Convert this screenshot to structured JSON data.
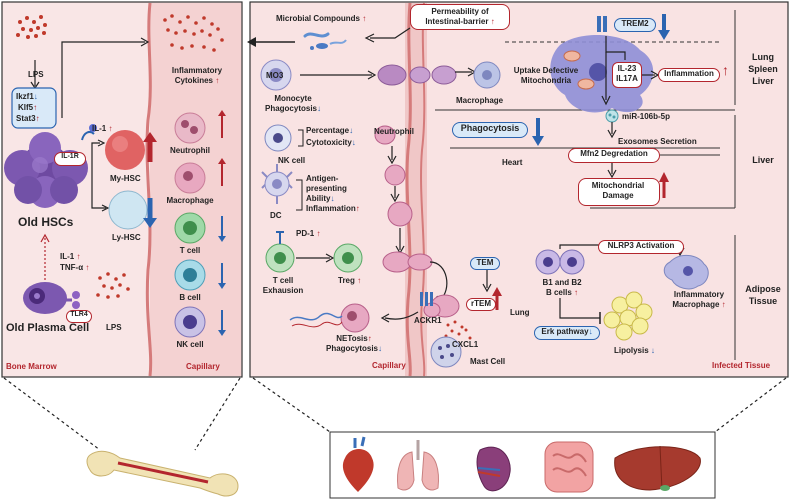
{
  "bone_marrow": {
    "lps_top": "LPS",
    "tf_ikzf1": "Ikzf1",
    "tf_klf5": "Klf5",
    "tf_stat3": "Stat3",
    "il1": "IL-1",
    "il1r": "IL-1R",
    "my_hsc": "My-HSC",
    "ly_hsc": "Ly-HSC",
    "old_hscs": "Old HSCs",
    "il1_2": "IL-1",
    "tnf": "TNF-α",
    "tlr4": "TLR4",
    "old_plasma_cell": "Old Plasma Cell",
    "lps_bottom": "LPS",
    "panel_label": "Bone Marrow"
  },
  "capillary_left": {
    "inflammatory": "Inflammatory",
    "cytokines": "Cytokines",
    "cells": [
      {
        "label": "Neutrophil",
        "trend": "up"
      },
      {
        "label": "Macrophage",
        "trend": "up"
      },
      {
        "label": "T cell",
        "trend": "down"
      },
      {
        "label": "B cell",
        "trend": "down"
      },
      {
        "label": "NK cell",
        "trend": "down"
      }
    ],
    "panel_label": "Capillary"
  },
  "right_panel": {
    "microbial": "Microbial Compounds",
    "permeability_1": "Permeability of",
    "permeability_2": "Intestinal-barrier",
    "trem2": "TREM2",
    "mo3": "MO3",
    "monocyte_1": "Monocyte",
    "monocyte_2": "Phagocytosis",
    "macrophage": "Macrophage",
    "uptake_1": "Uptake Defective",
    "uptake_2": "Mitochondria",
    "il23": "IL-23",
    "il17a": "IL17A",
    "inflammation": "Inflammation",
    "mir": "miR-106b-5p",
    "nk_cell": "NK cell",
    "percentage": "Percentage",
    "cytotoxicity": "Cytotoxicity",
    "neutrophil": "Neutrophil",
    "phagocytosis": "Phagocytosis",
    "exosomes": "Exosomes Secretion",
    "heart": "Heart",
    "mfn2": "Mfn2 Degredation",
    "mito_1": "Mitochondrial",
    "mito_2": "Damage",
    "dc": "DC",
    "antigen_1": "Antigen-",
    "antigen_2": "presenting",
    "antigen_3": "Ability",
    "antigen_4": "Inflammation",
    "pd1": "PD-1",
    "tcell_1": "T cell",
    "tcell_2": "Exhausion",
    "treg": "Treg",
    "tem": "TEM",
    "rtem": "rTEM",
    "ackr1": "ACKR1",
    "cxcl1": "CXCL1",
    "netosis": "NETosis",
    "phagocytosis2": "Phagocytosis",
    "mast_cell": "Mast Cell",
    "capillary": "Capillary",
    "nlrp3": "NLRP3 Activation",
    "b1b2_1": "B1 and B2",
    "b1b2_2": "B cells",
    "infl_mac_1": "Inflammatory",
    "infl_mac_2": "Macrophage",
    "lung": "Lung",
    "erk": "Erk pathway",
    "lipolysis": "Lipolysis",
    "infected_tissue": "Infected Tissue",
    "tissue_lung_spleen_liver": [
      "Lung",
      "Spleen",
      "Liver"
    ],
    "tissue_liver": "Liver",
    "tissue_adipose": [
      "Adipose",
      "Tissue"
    ]
  },
  "arrows": {
    "up": "↑",
    "down": "↓"
  },
  "colors": {
    "up": "#b3262e",
    "down": "#2b64b0",
    "panel_bg": "#f7dede",
    "pill_blue": "#d9e9f8"
  }
}
